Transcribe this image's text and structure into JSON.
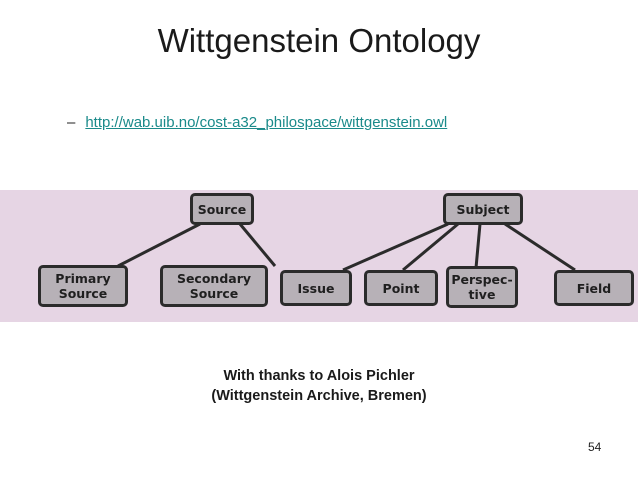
{
  "slide": {
    "title": "Wittgenstein Ontology",
    "bullet_marker": "–",
    "link": "http://wab.uib.no/cost-a32_philospace/wittgenstein.owl",
    "thanks_line1": "With thanks to Alois Pichler",
    "thanks_line2": "(Wittgenstein Archive, Bremen)",
    "page_number": "54"
  },
  "diagram": {
    "background_color": "#e6d5e4",
    "nodes": {
      "source": "Source",
      "primary_source": "Primary\nSource",
      "secondary_source": "Secondary\nSource",
      "subject": "Subject",
      "issue": "Issue",
      "point": "Point",
      "perspective": "Perspec-\ntive",
      "field": "Field"
    }
  }
}
